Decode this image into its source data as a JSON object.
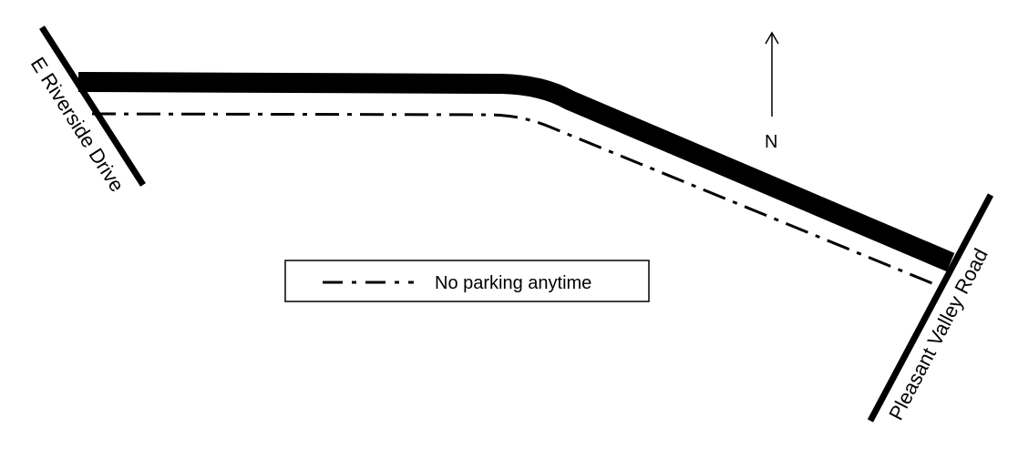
{
  "map": {
    "streets": {
      "west": "E Riverside Drive",
      "east": "Pleasant Valley Road"
    },
    "north_arrow": {
      "label": "N"
    },
    "legend": {
      "items": [
        {
          "label": "No parking anytime",
          "line_style": "dash-dot"
        }
      ]
    },
    "colors": {
      "road": "#000000",
      "restriction_line": "#000000",
      "background": "#ffffff"
    }
  }
}
